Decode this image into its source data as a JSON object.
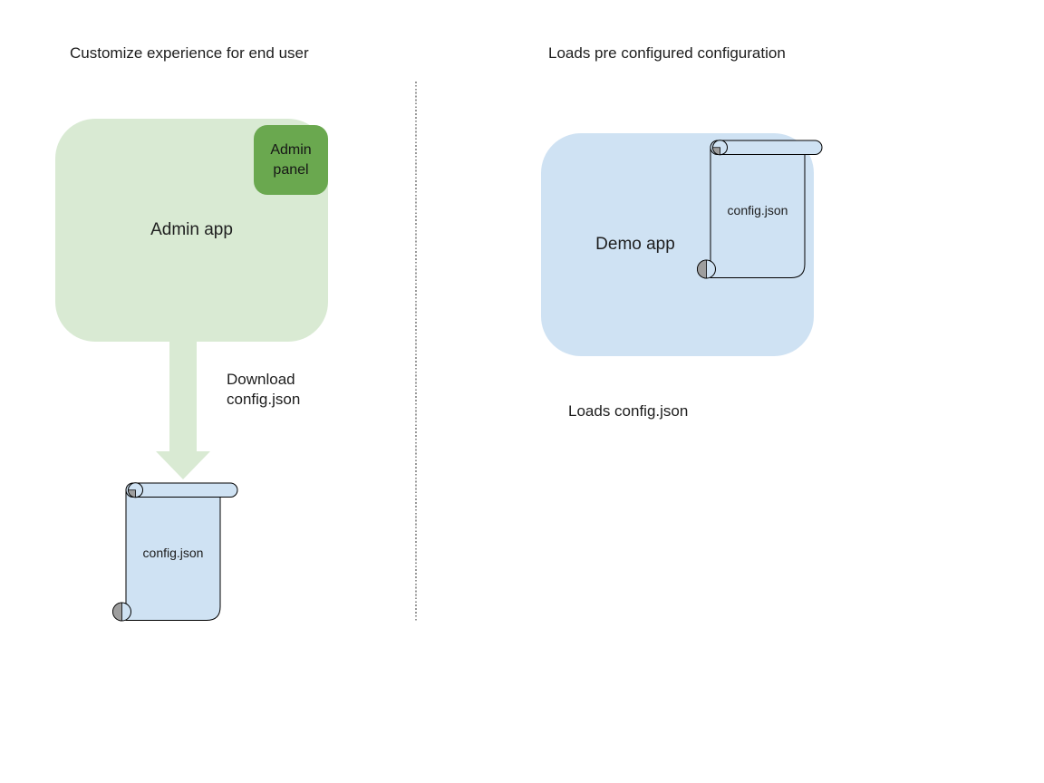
{
  "colors": {
    "background": "#ffffff",
    "app_green_light": "#d9ead3",
    "panel_green": "#6aa84f",
    "app_blue_light": "#cfe2f3",
    "scroll_blue": "#cfe2f3",
    "scroll_curl_gray": "#9e9e9e",
    "outline_black": "#000000",
    "divider_gray": "#999999",
    "text_dark": "#1d1d1d"
  },
  "left_section": {
    "title": "Customize experience for end user",
    "admin_app_label": "Admin app",
    "admin_panel_label": "Admin panel",
    "arrow_caption": "Download config.json",
    "scroll_label": "config.json"
  },
  "right_section": {
    "title": "Loads pre configured configuration",
    "demo_app_label": "Demo app",
    "scroll_label": "config.json",
    "caption": "Loads config.json"
  }
}
